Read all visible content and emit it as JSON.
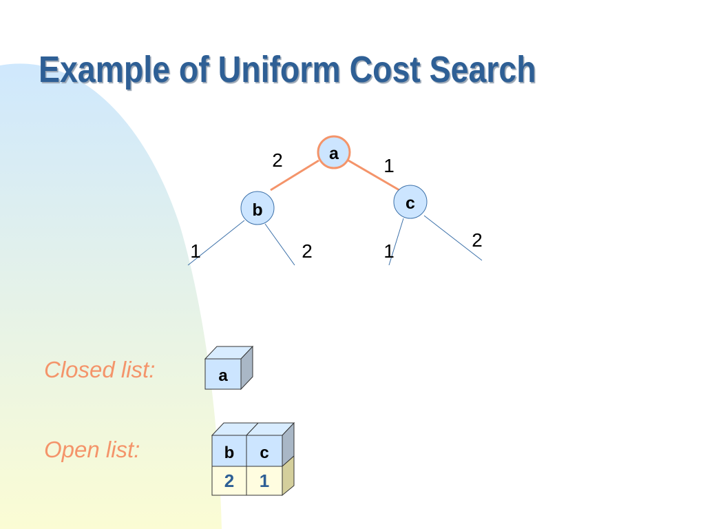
{
  "slide": {
    "title": "Example of Uniform Cost Search"
  },
  "tree": {
    "nodes": {
      "a": "a",
      "b": "b",
      "c": "c"
    },
    "edge_costs": {
      "a_b": "2",
      "a_c": "1",
      "b_left": "1",
      "b_right": "2",
      "c_left": "1",
      "c_right": "2"
    },
    "expanded_edge_color": "#f4946a",
    "unexpanded_edge_color": "#3a6fa8"
  },
  "closed_list": {
    "label": "Closed list:",
    "items": [
      "a"
    ]
  },
  "open_list": {
    "label": "Open list:",
    "items": [
      {
        "node": "b",
        "cost": "2"
      },
      {
        "node": "c",
        "cost": "1"
      }
    ]
  },
  "colors": {
    "title": "#2e5f95",
    "label": "#f4946a",
    "node_fill": "#cce5ff",
    "cost_cell_fill": "#fffde0",
    "cost_text": "#2e5f95"
  }
}
